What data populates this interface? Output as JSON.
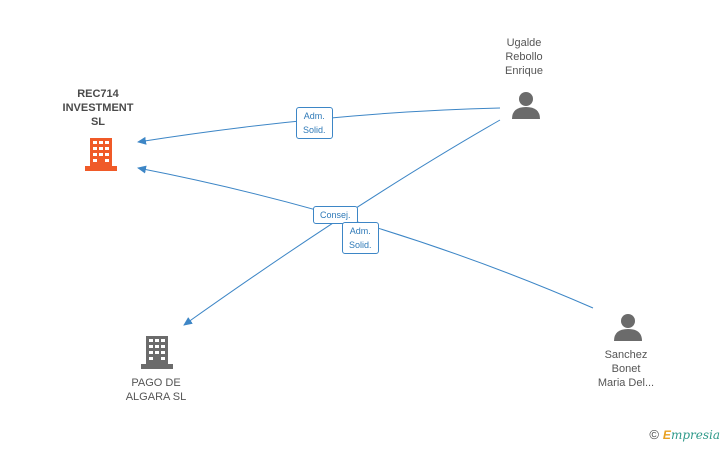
{
  "nodes": {
    "rec714": {
      "lines": [
        "REC714",
        "INVESTMENT",
        "SL"
      ],
      "icon": "building-icon",
      "color": "#f05a28"
    },
    "pago": {
      "lines": [
        "PAGO DE",
        "ALGARA SL"
      ],
      "icon": "building-icon",
      "color": "#6b6b6b"
    },
    "ugalde": {
      "lines": [
        "Ugalde",
        "Rebollo",
        "Enrique"
      ],
      "icon": "person-icon",
      "color": "#6b6b6b"
    },
    "sanchez": {
      "lines": [
        "Sanchez",
        "Bonet",
        "Maria Del..."
      ],
      "icon": "person-icon",
      "color": "#6b6b6b"
    }
  },
  "edges": {
    "ugalde_rec714": {
      "lines": [
        "Adm.",
        "Solid."
      ]
    },
    "ugalde_pago": {
      "lines": [
        "Consej."
      ]
    },
    "sanchez_rec714": {
      "lines": [
        "Adm.",
        "Solid."
      ]
    }
  },
  "footer": {
    "copyright": "©",
    "brand_first": "E",
    "brand_rest": "mpresia"
  },
  "colors": {
    "edge": "#3d86c6"
  }
}
